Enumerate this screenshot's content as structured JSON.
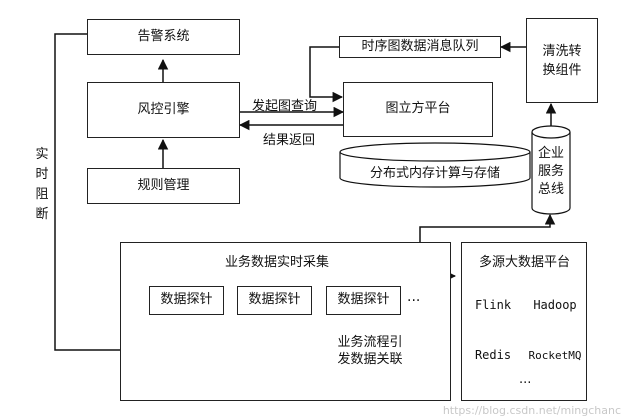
{
  "nodes": {
    "alarm_system": "告警系统",
    "risk_engine": "风控引擎",
    "rule_management": "规则管理",
    "timeseries_queue": "时序图数据消息队列",
    "graph_platform": "图立方平台",
    "distributed_storage": "分布式内存计算与存储",
    "clean_component": "清洗转换组件",
    "enterprise_bus": "企业服务总线",
    "realtime_collection": "业务数据实时采集",
    "probe": "数据探针",
    "bigdata_platform": "多源大数据平台",
    "flink": "Flink",
    "hadoop": "Hadoop",
    "redis": "Redis",
    "rocketmq": "RocketMQ",
    "business_flow": "业务流程引发数据关联"
  },
  "edges": {
    "query": "发起图查询",
    "result": "结果返回",
    "block": "实时阻断"
  },
  "ellipsis": "···",
  "watermark": "https://blog.csdn.net/mingchanc"
}
